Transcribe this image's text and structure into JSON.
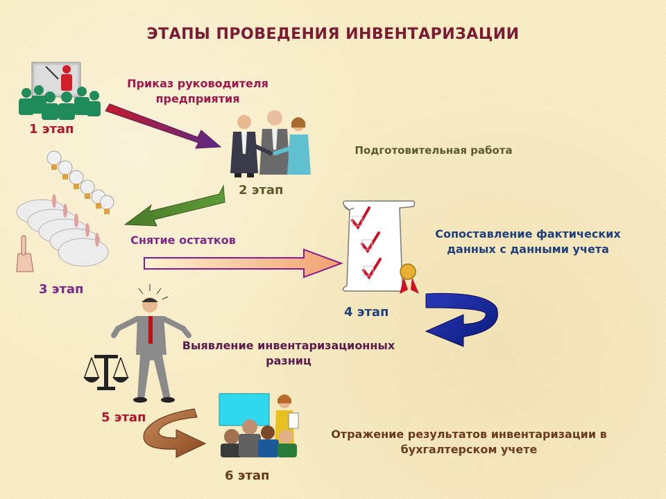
{
  "title": "ЭТАПЫ ПРОВЕДЕНИЯ ИНВЕНТАРИЗАЦИИ",
  "stages": [
    {
      "label": "1 этап",
      "caption": "Приказ руководителя предприятия"
    },
    {
      "label": "2 этап",
      "caption": "Подготовительная работа"
    },
    {
      "label": "3 этап",
      "caption": "Снятие остатков"
    },
    {
      "label": "4 этап",
      "caption": "Сопоставление фактических данных с данными учета"
    },
    {
      "label": "5 этап",
      "caption": "Выявление инвентаризационных разниц"
    },
    {
      "label": "6 этап",
      "caption": "Отражение результатов инвентаризации в бухгалтерском учете"
    }
  ]
}
